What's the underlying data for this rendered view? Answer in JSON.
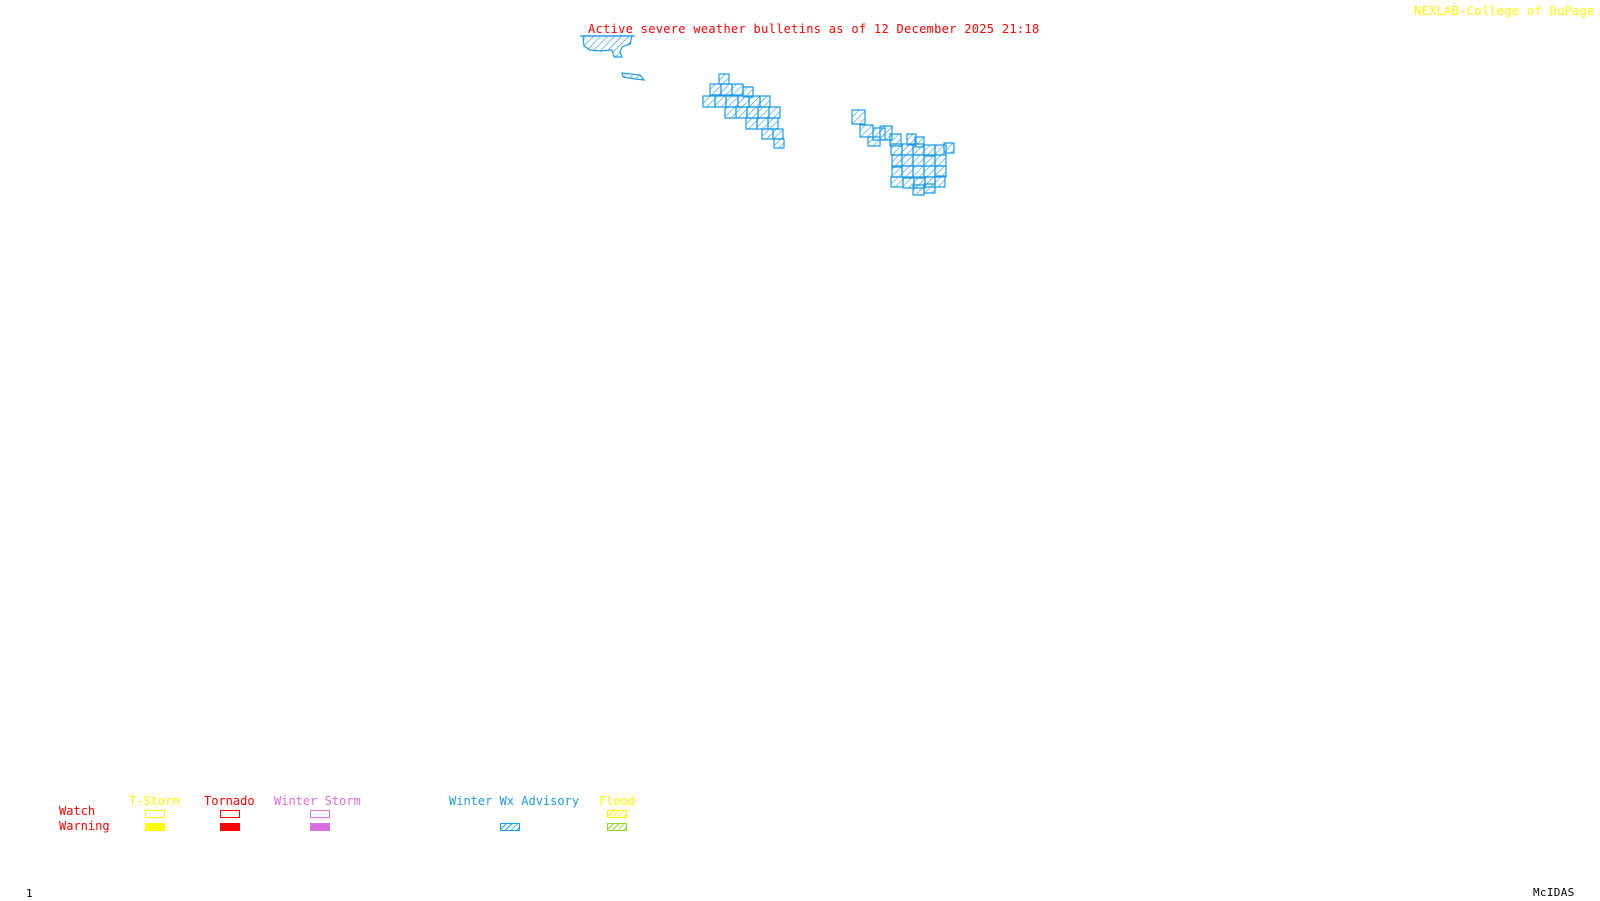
{
  "header": {
    "title": "Active severe weather bulletins as of 12 December 2025 21:18",
    "credit": "NEXLAB-College of DuPage"
  },
  "footer": {
    "frame_number": "1",
    "software": "McIDAS"
  },
  "colors": {
    "title": "#ff0000",
    "credit": "#ffff00",
    "advisory": "#1e9be8",
    "tstorm": "#ffff00",
    "tornado": "#ff0000",
    "winter_storm": "#dd6edd",
    "flood_watch": "#ffff00",
    "flood_warning": "#8fd42a"
  },
  "legend": {
    "rows": [
      "Watch",
      "Warning"
    ],
    "columns": [
      {
        "label": "T-Storm",
        "watch": "outline",
        "warning": "filled"
      },
      {
        "label": "Tornado",
        "watch": "outline",
        "warning": "filled"
      },
      {
        "label": "Winter Storm",
        "watch": "outline",
        "warning": "filled"
      },
      {
        "label": "Winter Wx Advisory",
        "watch": "none",
        "warning": "hatched"
      },
      {
        "label": "Flood",
        "watch": "hatched",
        "warning": "hatched"
      }
    ]
  },
  "active_bulletins": [
    {
      "type": "Winter Wx Advisory",
      "region": "northwest cluster (far north, coastal)"
    },
    {
      "type": "Winter Wx Advisory",
      "region": "small isolated zone"
    },
    {
      "type": "Winter Wx Advisory",
      "region": "central-north county cluster"
    },
    {
      "type": "Winter Wx Advisory",
      "region": "eastern county cluster"
    }
  ]
}
